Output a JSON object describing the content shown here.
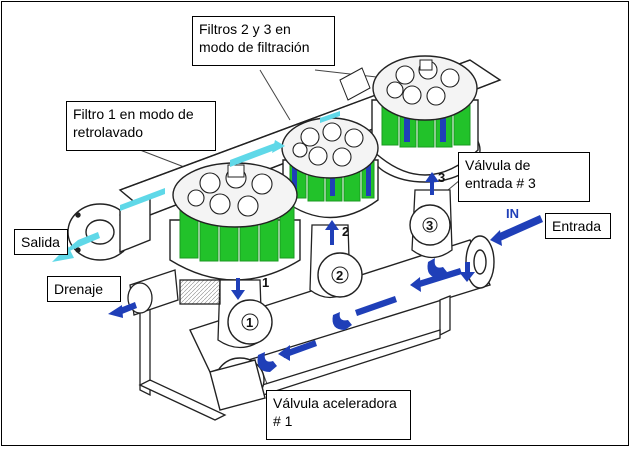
{
  "labels": {
    "filters_2_3": "Filtros 2 y 3 en\nmodo de filtración",
    "filter_1": "Filtro 1 en modo de\nretrolavado",
    "inlet_valve_3": "Válvula de\nentrada # 3",
    "outlet": "Salida",
    "drain": "Drenaje",
    "inlet": "Entrada",
    "accel_valve_1": "Válvula aceleradora\n# 1"
  },
  "markers": {
    "in": "IN",
    "filter_num_1": "1",
    "filter_num_2": "2",
    "filter_num_3": "3",
    "valve_num_1": "1",
    "valve_num_2": "2",
    "valve_num_3": "3"
  },
  "colors": {
    "filter_green": "#22c22a",
    "filter_green_dark": "#1a9a20",
    "flow_arrow_blue": "#1f3fb8",
    "outlet_cyan": "#5fd8e8",
    "line": "#222222"
  }
}
